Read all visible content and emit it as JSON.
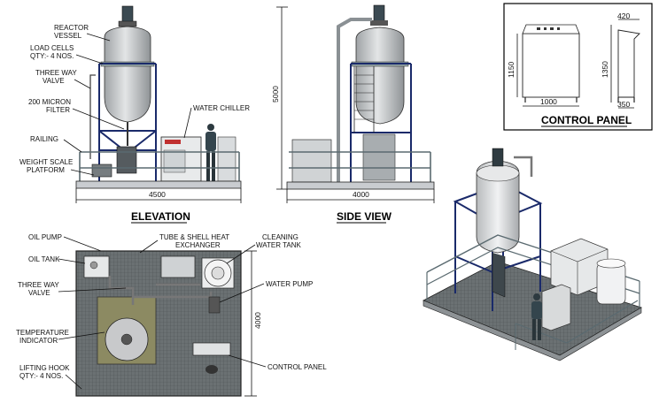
{
  "elevation": {
    "title": "ELEVATION",
    "width_dim": "4500",
    "labels": {
      "reactor_vessel_1": "REACTOR",
      "reactor_vessel_2": "VESSEL",
      "load_cells_1": "LOAD CELLS",
      "load_cells_2": "QTY:- 4 NOS.",
      "three_way_valve_1": "THREE WAY",
      "three_way_valve_2": "VALVE",
      "filter_1": "200 MICRON",
      "filter_2": "FILTER",
      "railing": "RAILING",
      "weight_scale_1": "WEIGHT SCALE",
      "weight_scale_2": "PLATFORM",
      "water_chiller": "WATER CHILLER"
    }
  },
  "side_view": {
    "title": "SIDE VIEW",
    "height_dim": "5000",
    "width_dim": "4000"
  },
  "control_panel": {
    "title": "CONTROL PANEL",
    "dim_width": "1000",
    "dim_height_body": "1150",
    "dim_height_total": "1350",
    "dim_depth_top": "420",
    "dim_depth_bottom": "350"
  },
  "plan": {
    "height_dim": "4000",
    "labels": {
      "oil_pump": "OIL PUMP",
      "oil_tank": "OIL TANK",
      "three_way_valve_1": "THREE WAY",
      "three_way_valve_2": "VALVE",
      "temperature_1": "TEMPERATURE",
      "temperature_2": "INDICATOR",
      "lifting_hook_1": "LIFTING HOOK",
      "lifting_hook_2": "QTY:- 4 NOS.",
      "heat_exchanger_1": "TUBE & SHELL HEAT",
      "heat_exchanger_2": "EXCHANGER",
      "cleaning_tank_1": "CLEANING",
      "cleaning_tank_2": "WATER TANK",
      "water_pump": "WATER PUMP",
      "control_panel": "CONTROL PANEL"
    }
  },
  "colors": {
    "frame_blue": "#1a2a6a",
    "vessel_grey": "#c4c6c8",
    "grating": "#6d7375",
    "line": "#111111"
  }
}
